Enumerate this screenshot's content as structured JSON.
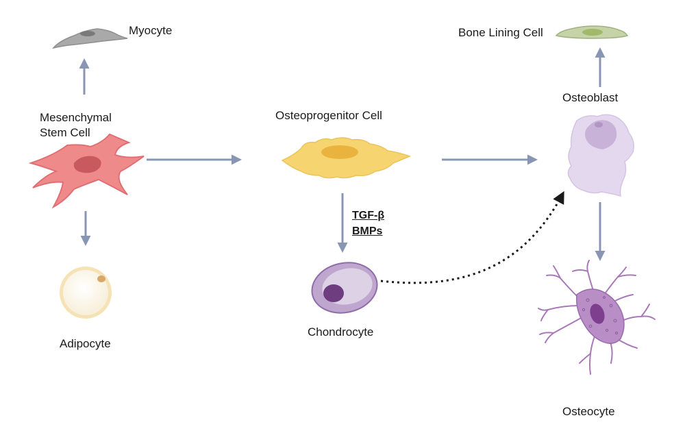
{
  "labels": {
    "myocyte": "Myocyte",
    "msc_line1": "Mesenchymal",
    "msc_line2": "Stem Cell",
    "adipocyte": "Adipocyte",
    "osteoprogenitor": "Osteoprogenitor Cell",
    "chondrocyte": "Chondrocyte",
    "factors_line1": "TGF-β",
    "factors_line2": "BMPs",
    "bone_lining": "Bone Lining Cell",
    "osteoblast": "Osteoblast",
    "osteocyte": "Osteocyte"
  },
  "colors": {
    "arrow": "#8896b3",
    "dotted_arrow": "#1a1a1a",
    "msc": "#ef8a8a",
    "msc_nucleus": "#c85a5f",
    "myocyte": "#a9a9a9",
    "adipocyte": "#fbf5e6",
    "osteoprogenitor": "#f6d470",
    "chondrocyte": "#bfa6cf",
    "osteoblast": "#e4d8ee",
    "bone_lining": "#c6d3a8",
    "osteocyte": "#b98ec7"
  }
}
